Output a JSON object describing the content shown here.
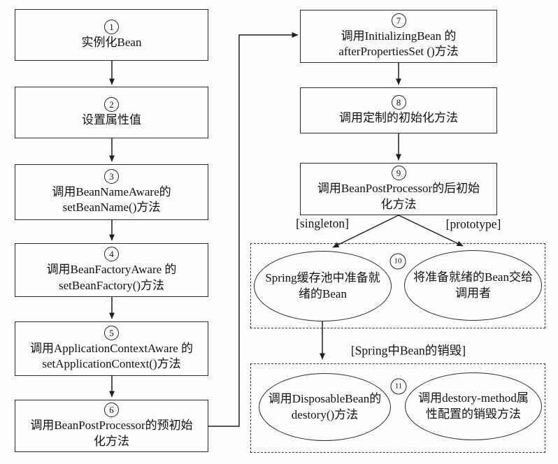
{
  "colors": {
    "line": "#1f1f1f",
    "box_border": "#2b2b2b",
    "text": "#111111",
    "background": "#fefefe"
  },
  "steps": {
    "s1": {
      "num": "1",
      "text": "实例化Bean"
    },
    "s2": {
      "num": "2",
      "text": "设置属性值"
    },
    "s3": {
      "num": "3",
      "text": "调用BeanNameAware的\nsetBeanName()方法"
    },
    "s4": {
      "num": "4",
      "text": "调用BeanFactoryAware 的\nsetBeanFactory()方法"
    },
    "s5": {
      "num": "5",
      "text": "调用ApplicationContextAware 的\nsetApplicationContext()方法"
    },
    "s6": {
      "num": "6",
      "text": "调用BeanPostProcessor的预初始\n化方法"
    },
    "s7": {
      "num": "7",
      "text": "调用InitializingBean 的\nafterPropertiesSet ()方法"
    },
    "s8": {
      "num": "8",
      "text": "调用定制的初始化方法"
    },
    "s9": {
      "num": "9",
      "text": "调用BeanPostProcessor的后初始\n化方法"
    }
  },
  "branch_labels": {
    "singleton": "[singleton]",
    "prototype": "[prototype]",
    "destroy": "[Spring中Bean的销毁]"
  },
  "group10": {
    "num": "10",
    "ellipse_left": "Spring缓存池中准备就\n绪的Bean",
    "ellipse_right": "将准备就绪的Bean交给\n调用者"
  },
  "group11": {
    "num": "11",
    "ellipse_left": "调用DisposableBean的\ndestory()方法",
    "ellipse_right": "调用destory-method属\n性配置的销毁方法"
  }
}
